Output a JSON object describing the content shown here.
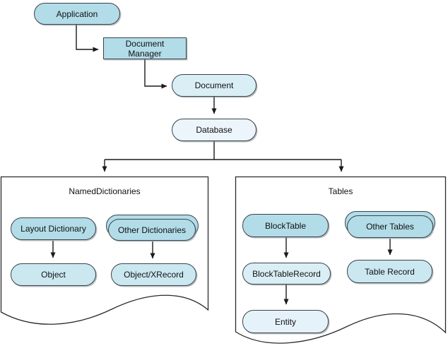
{
  "palette": {
    "node_blue": "#b2dce8",
    "node_blue_light": "#cbe8f1",
    "node_blue_lighter": "#d9eef5",
    "node_blue_faint": "#ebf5fb",
    "node_entity": "#e6f2f9",
    "border": "#39434a",
    "connector": "#1a1a1a",
    "background": "#ffffff"
  },
  "flow": {
    "application": "Application",
    "document_manager": "Document Manager",
    "document": "Document",
    "database": "Database"
  },
  "named_dictionaries": {
    "title": "NamedDictionaries",
    "layout_dictionary": "Layout Dictionary",
    "other_dictionaries": "Other Dictionaries",
    "object": "Object",
    "object_xrecord": "Object/XRecord"
  },
  "tables": {
    "title": "Tables",
    "block_table": "BlockTable",
    "block_table_record": "BlockTableRecord",
    "entity": "Entity",
    "other_tables": "Other Tables",
    "table_record": "Table Record"
  }
}
